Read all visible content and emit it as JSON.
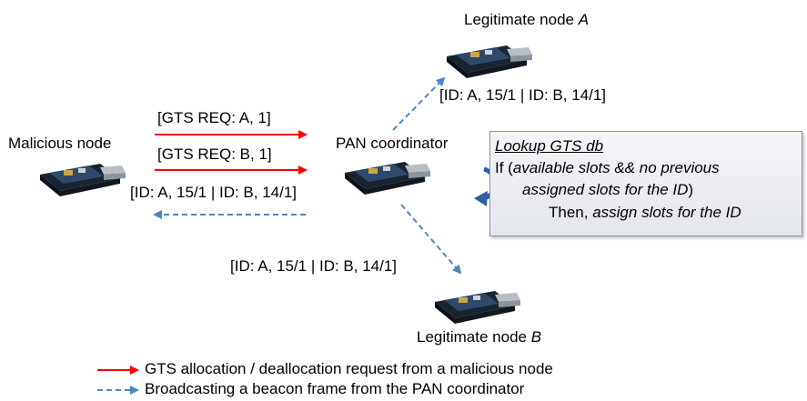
{
  "nodes": {
    "malicious": "Malicious node",
    "pan": "PAN coordinator",
    "legit_a_prefix": "Legitimate node",
    "legit_a_letter": "A",
    "legit_b_prefix": "Legitimate node",
    "legit_b_letter": "B"
  },
  "requests": {
    "req_a": "[GTS REQ: A, 1]",
    "req_b": "[GTS REQ: B, 1]"
  },
  "beacon_label": "[ID: A, 15/1 | ID: B, 14/1]",
  "lookup": {
    "title": "Lookup GTS db",
    "if_word": "If (",
    "cond1": "available slots && no previous",
    "cond2": "assigned slots for the ID",
    "close": ")",
    "then_word": "Then, ",
    "action": "assign slots for the ID"
  },
  "legend": {
    "red": "GTS allocation / deallocation request from a malicious node",
    "blue": "Broadcasting a beacon frame from the PAN coordinator"
  },
  "colors": {
    "request_arrow": "#ff0000",
    "beacon_arrow": "#4a86c8",
    "curved_arrow": "#2d5fa0"
  }
}
